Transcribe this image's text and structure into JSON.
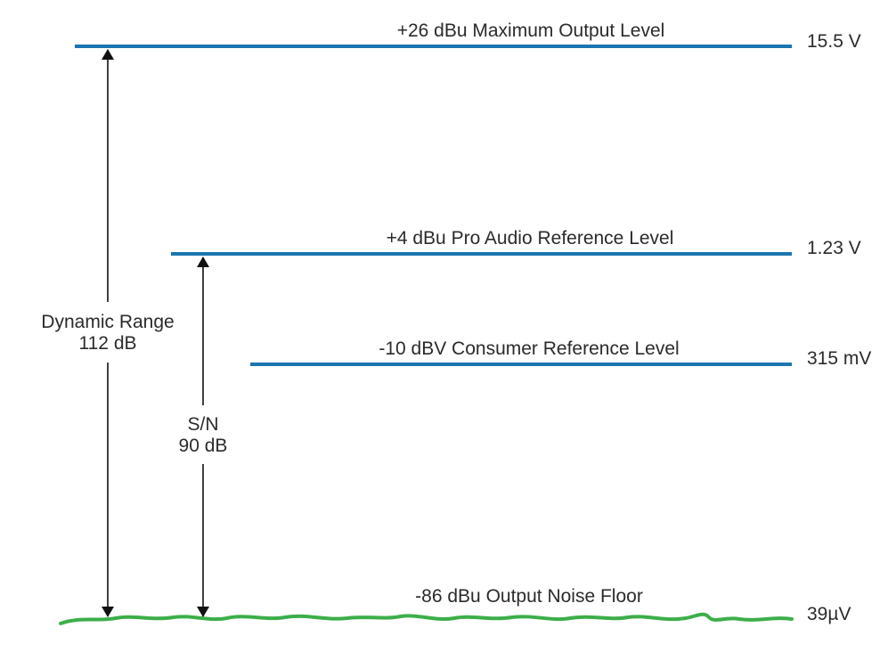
{
  "levels": {
    "max_output": {
      "label": "+26 dBu Maximum Output Level",
      "voltage": "15.5 V",
      "color": "#1b75b0"
    },
    "pro_reference": {
      "label": "+4 dBu Pro Audio Reference Level",
      "voltage": "1.23 V",
      "color": "#1b75b0"
    },
    "consumer_reference": {
      "label": "-10 dBV Consumer Reference Level",
      "voltage": "315 mV",
      "color": "#1b75b0"
    },
    "noise_floor": {
      "label": "-86 dBu Output Noise Floor",
      "voltage": "39µV",
      "color": "#3cae49"
    }
  },
  "measurements": {
    "dynamic_range": {
      "line1": "Dynamic Range",
      "line2": "112 dB"
    },
    "signal_to_noise": {
      "line1": "S/N",
      "line2": "90 dB"
    }
  }
}
